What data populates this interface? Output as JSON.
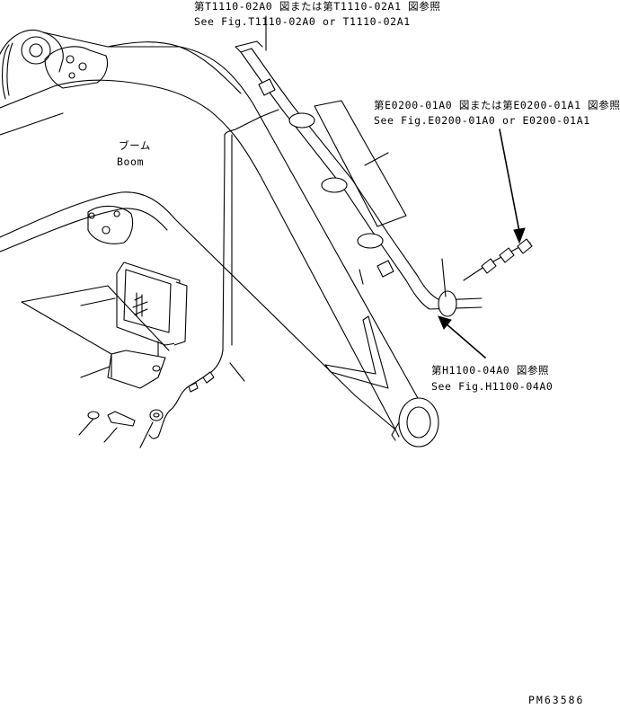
{
  "callouts": {
    "t1110": {
      "jp": "第T1110-02A0 図または第T1110-02A1 図参照",
      "en": "See Fig.T1110-02A0 or T1110-02A1"
    },
    "e0200": {
      "jp": "第E0200-01A0 図または第E0200-01A1 図参照",
      "en": "See Fig.E0200-01A0 or E0200-01A1"
    },
    "h1100": {
      "jp": "第H1100-04A0 図参照",
      "en": "See Fig.H1100-04A0"
    }
  },
  "boom_label": {
    "jp": "ブーム",
    "en": "Boom"
  },
  "drawing_number": "PM63586",
  "colors": {
    "line": "#000000",
    "background": "#ffffff"
  }
}
